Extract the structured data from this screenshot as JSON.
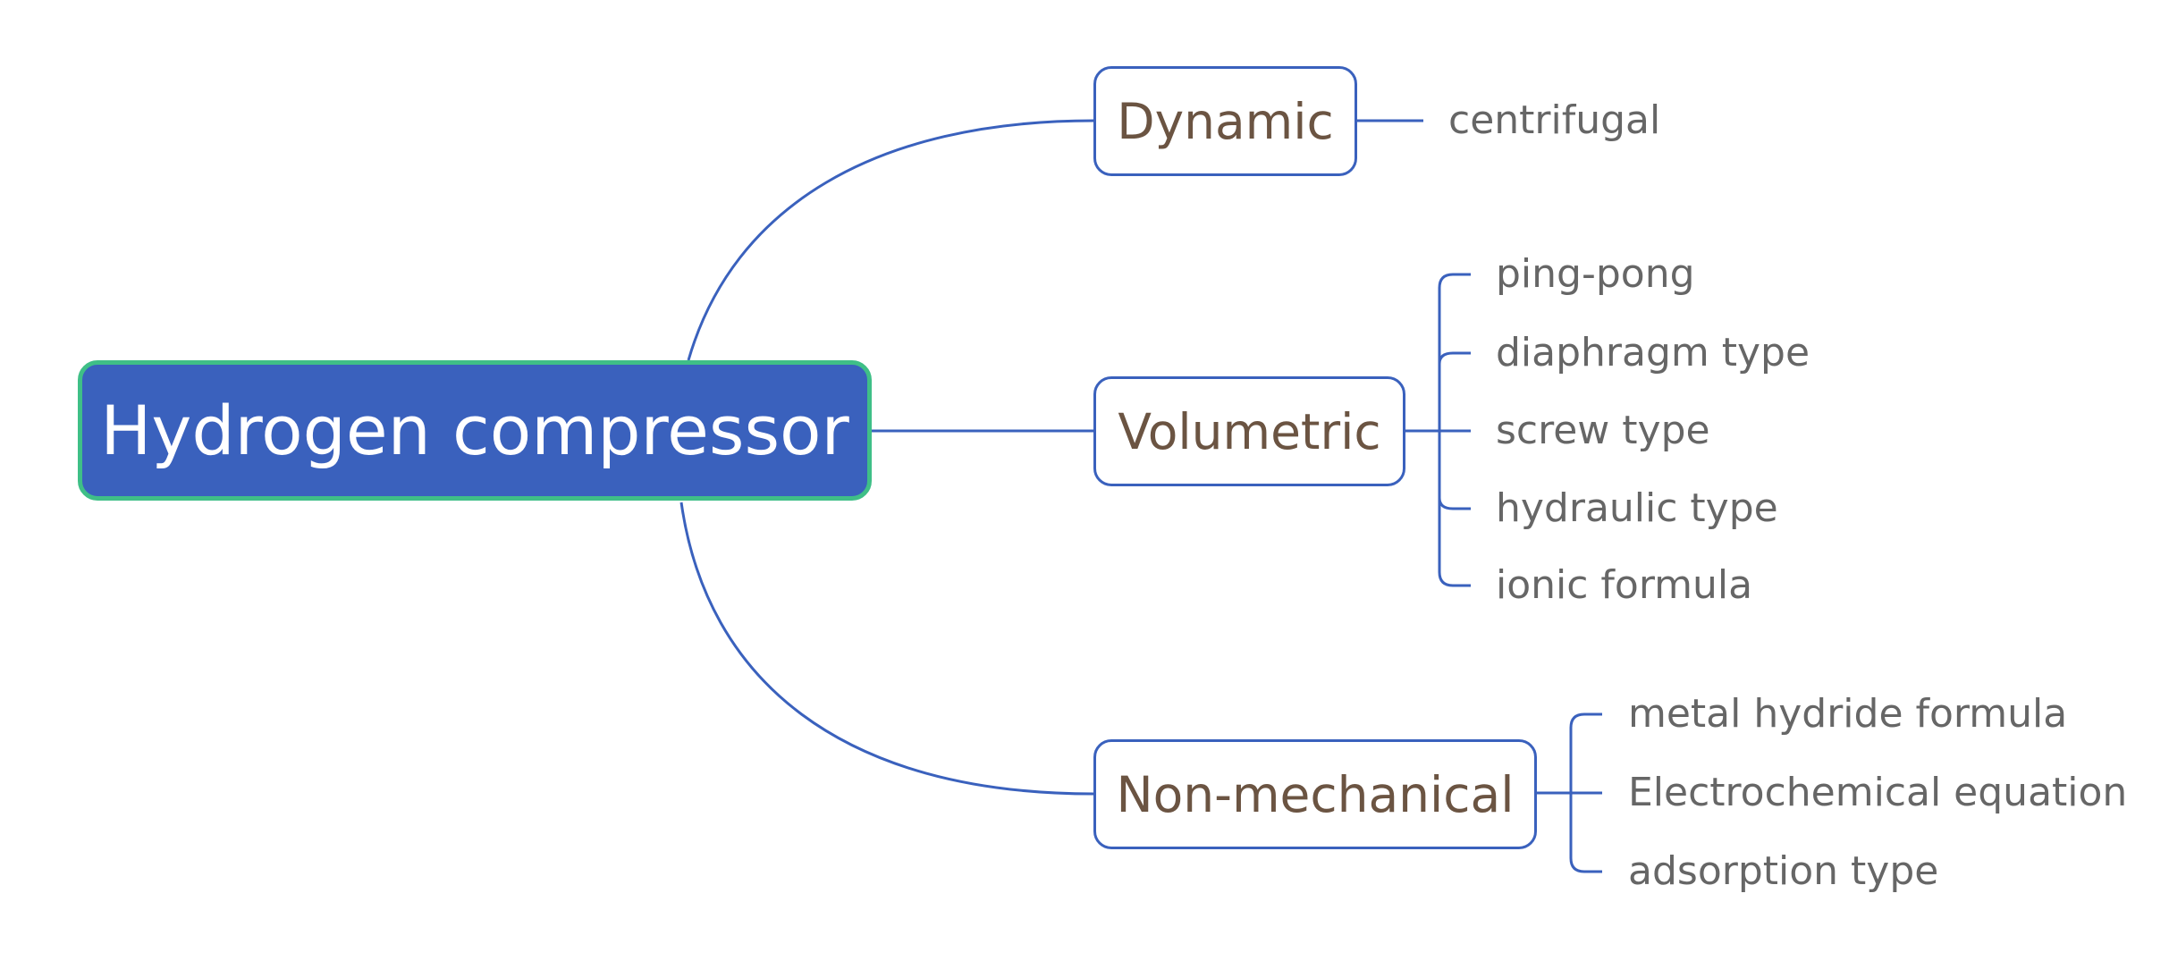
{
  "root": {
    "label": "Hydrogen compressor"
  },
  "branches": [
    {
      "label": "Dynamic",
      "leaves": [
        "centrifugal"
      ]
    },
    {
      "label": "Volumetric",
      "leaves": [
        "ping-pong",
        "diaphragm type",
        "screw type",
        "hydraulic type",
        "ionic formula"
      ]
    },
    {
      "label": "Non-mechanical",
      "leaves": [
        "metal hydride formula",
        "Electrochemical equation",
        "adsorption type"
      ]
    }
  ],
  "colors": {
    "root_fill": "#3a61bd",
    "root_border": "#3fbf87",
    "connector": "#3a61bd",
    "branch_text": "#6b5442",
    "leaf_text": "#666666"
  }
}
